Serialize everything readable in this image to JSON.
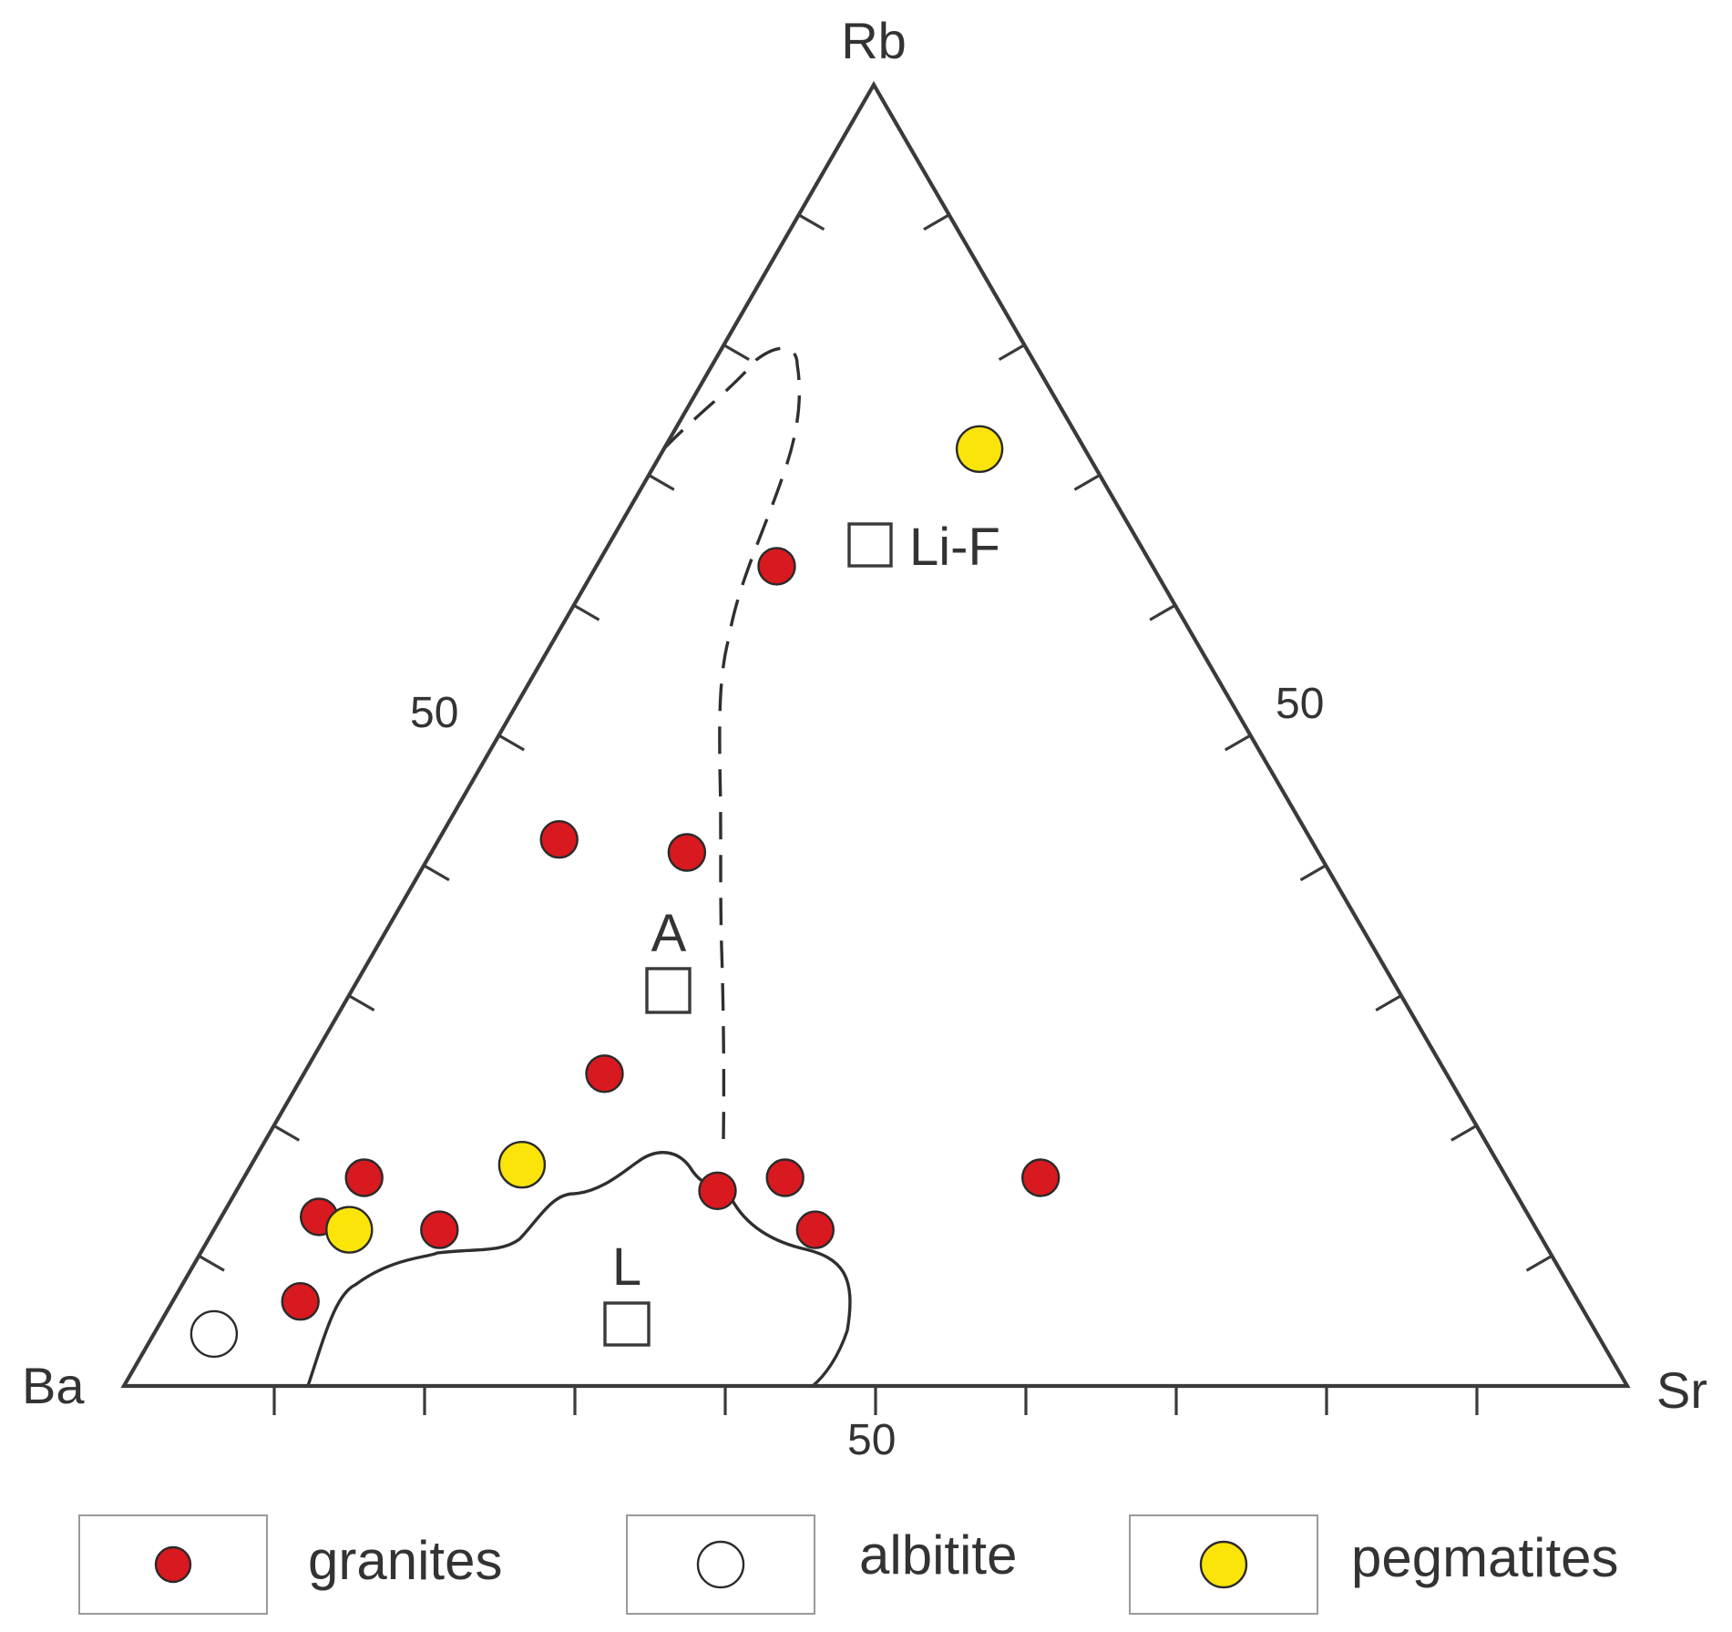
{
  "chart_data": {
    "type": "scatter",
    "subtype": "ternary",
    "vertices": {
      "top": "Rb",
      "left": "Ba",
      "right": "Sr"
    },
    "tick_step": 10,
    "tick_labels": [
      "50",
      "50",
      "50"
    ],
    "fields": [
      {
        "label": "Li-F",
        "marker": "square-open"
      },
      {
        "label": "A",
        "marker": "square-open"
      },
      {
        "label": "L",
        "marker": "square-open"
      }
    ],
    "series": [
      {
        "name": "granites",
        "color": "#d8191f",
        "marker": "circle-filled",
        "points": [
          {
            "Rb": 63,
            "Sr": 12,
            "Ba": 25
          },
          {
            "Rb": 42,
            "Sr": 8,
            "Ba": 50
          },
          {
            "Rb": 41,
            "Sr": 17,
            "Ba": 42
          },
          {
            "Rb": 24,
            "Sr": 20,
            "Ba": 56
          },
          {
            "Rb": 16,
            "Sr": 8,
            "Ba": 76
          },
          {
            "Rb": 13,
            "Sr": 6.5,
            "Ba": 80.5
          },
          {
            "Rb": 12,
            "Sr": 15,
            "Ba": 73
          },
          {
            "Rb": 15,
            "Sr": 32,
            "Ba": 53
          },
          {
            "Rb": 16,
            "Sr": 36,
            "Ba": 48
          },
          {
            "Rb": 12,
            "Sr": 40,
            "Ba": 48
          },
          {
            "Rb": 16,
            "Sr": 53,
            "Ba": 31
          },
          {
            "Rb": 6.5,
            "Sr": 8.5,
            "Ba": 85
          }
        ]
      },
      {
        "name": "albitite",
        "color": "#ffffff",
        "marker": "circle-open",
        "points": [
          {
            "Rb": 4,
            "Sr": 4,
            "Ba": 92
          }
        ]
      },
      {
        "name": "pegmatites",
        "color": "#fbe40a",
        "marker": "circle-filled",
        "points": [
          {
            "Rb": 72,
            "Sr": 21,
            "Ba": 7
          },
          {
            "Rb": 17,
            "Sr": 18,
            "Ba": 65
          },
          {
            "Rb": 12,
            "Sr": 9,
            "Ba": 79
          }
        ]
      }
    ],
    "legend": {
      "placement": "bottom",
      "items": [
        {
          "label": "granites",
          "series": "granites"
        },
        {
          "label": "albitite",
          "series": "albitite"
        },
        {
          "label": "pegmatites",
          "series": "pegmatites"
        }
      ]
    }
  }
}
